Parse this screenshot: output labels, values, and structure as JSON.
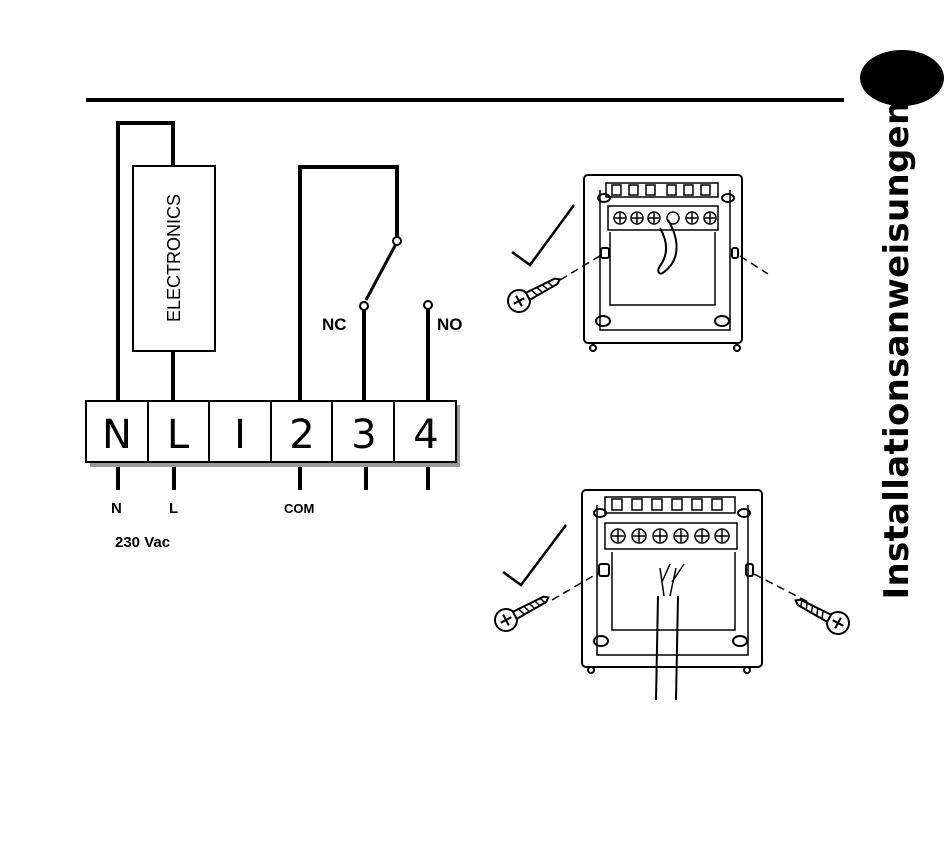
{
  "side_title": "Installationsanweisungen",
  "electronics_label": "ELECTRONICS",
  "terminals": [
    "N",
    "L",
    "I",
    "2",
    "3",
    "4"
  ],
  "contact_labels": {
    "nc": "NC",
    "no": "NO"
  },
  "bottom_labels": {
    "n": "N",
    "l": "L",
    "com": "COM",
    "supply": "230 Vac"
  },
  "icons": [
    "tab-marker",
    "checkmark-icon",
    "screw-icon",
    "terminal-block"
  ],
  "colors": {
    "ink": "#000000",
    "paper": "#ffffff",
    "shadow": "#999999"
  }
}
